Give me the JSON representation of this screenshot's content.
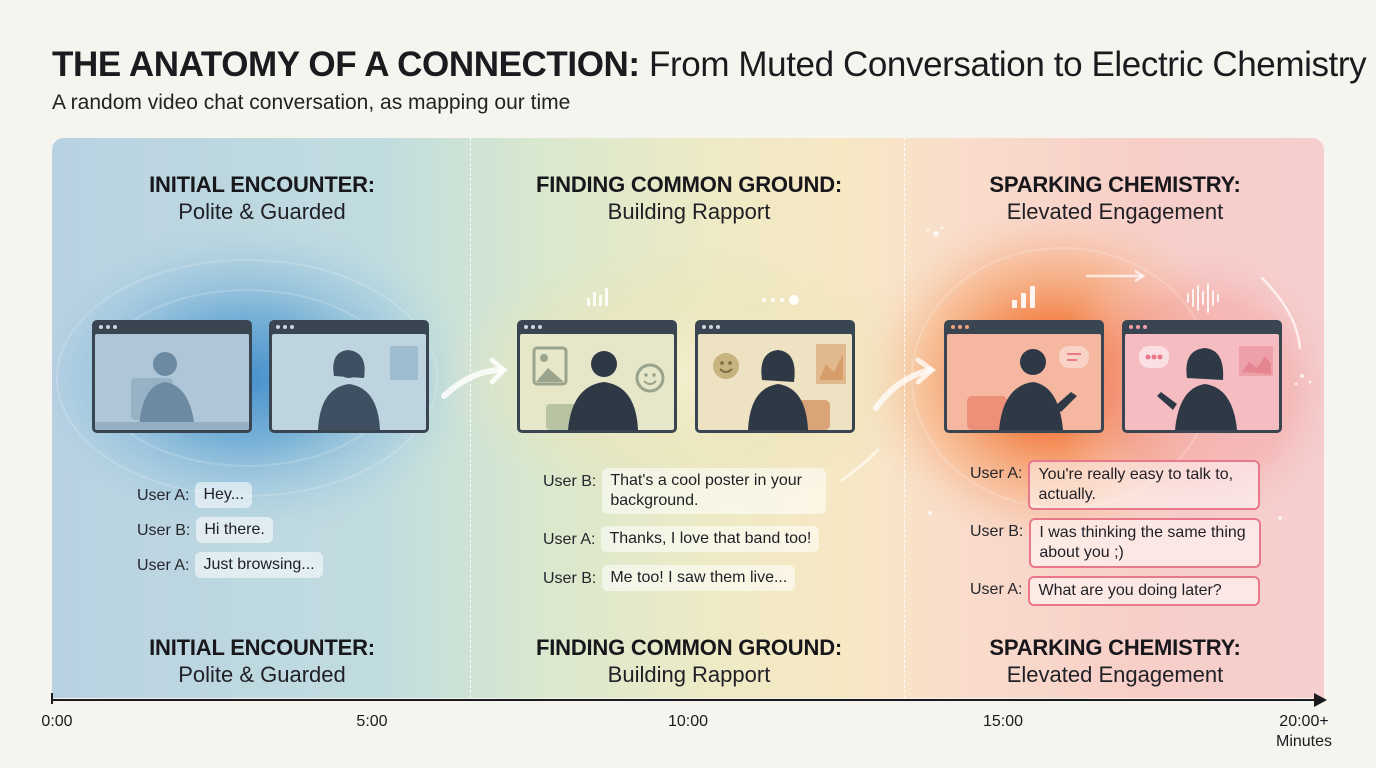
{
  "title": {
    "bold": "THE ANATOMY OF A CONNECTION:",
    "rest": "From Muted Conversation to Electric Chemistry"
  },
  "subtitle": "A random video chat conversation, as mapping our time",
  "phases": [
    {
      "heading": "INITIAL ENCOUNTER:",
      "subheading": "Polite & Guarded",
      "footer_heading": "INITIAL ENCOUNTER:",
      "footer_subheading": "Polite & Guarded",
      "messages": [
        {
          "user": "User A:",
          "text": "Hey..."
        },
        {
          "user": "User B:",
          "text": "Hi there."
        },
        {
          "user": "User A:",
          "text": "Just browsing..."
        }
      ]
    },
    {
      "heading": "FINDING COMMON GROUND:",
      "subheading": "Building Rapport",
      "footer_heading": "FINDING COMMON GROUND:",
      "footer_subheading": "Building Rapport",
      "messages": [
        {
          "user": "User B:",
          "text": "That's a cool poster in your background."
        },
        {
          "user": "User A:",
          "text": "Thanks, I love that band too!"
        },
        {
          "user": "User B:",
          "text": "Me too! I saw them live..."
        }
      ]
    },
    {
      "heading": "SPARKING CHEMISTRY:",
      "subheading": "Elevated Engagement",
      "footer_heading": "SPARKING CHEMISTRY:",
      "footer_subheading": "Elevated Engagement",
      "messages": [
        {
          "user": "User A:",
          "text": "You're really easy to talk to, actually."
        },
        {
          "user": "User B:",
          "text": "I was thinking the same thing about you ;)"
        },
        {
          "user": "User A:",
          "text": "What are you doing later?"
        }
      ]
    }
  ],
  "timeline": {
    "ticks": [
      "0:00",
      "5:00",
      "10:00",
      "15:00",
      "20:00+"
    ],
    "unit": "Minutes"
  },
  "colors": {
    "cool": "#4a93cc",
    "neutral": "#e9e3b8",
    "warm": "#f2642a",
    "hot_border": "#e8788a",
    "silhouette": "#3a4552"
  }
}
